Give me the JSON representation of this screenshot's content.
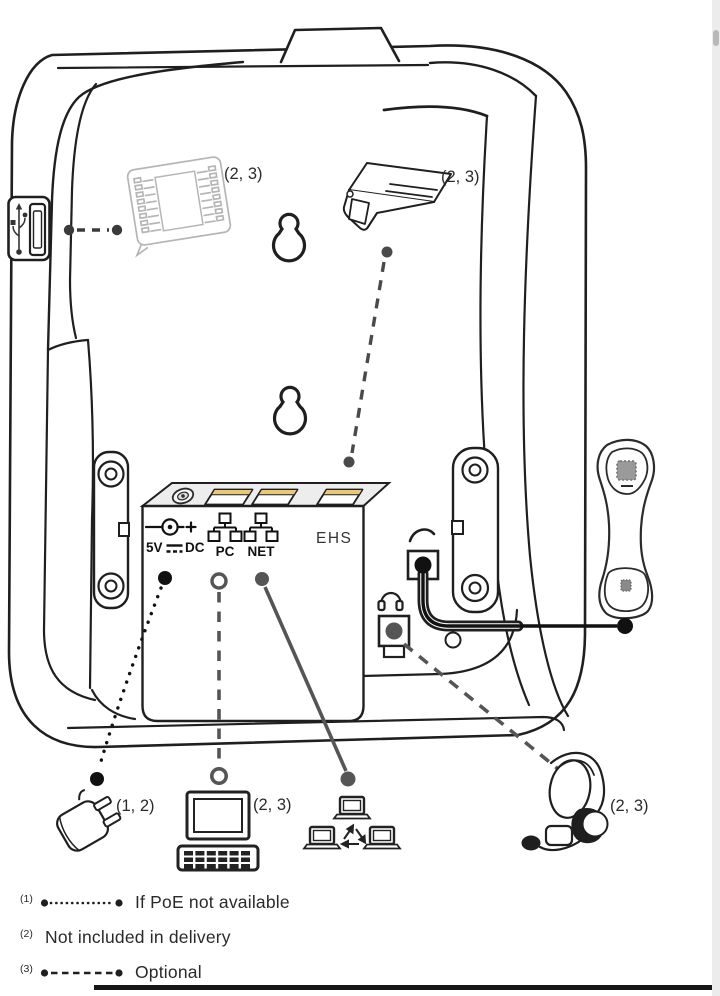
{
  "diagram": {
    "expansion_module_label": "(2, 3)",
    "poe_injector_label": "(2, 3)",
    "power_adapter_label": "(1, 2)",
    "computer_label": "(2, 3)",
    "headset_label": "(2, 3)",
    "ports": {
      "power_left": "5V",
      "power_right": "DC",
      "pc": "PC",
      "net": "NET",
      "ehs": "EHS"
    }
  },
  "legend": {
    "items": [
      {
        "ref": "(1)",
        "text": "If PoE not available"
      },
      {
        "ref": "(2)",
        "text": "Not included in delivery"
      },
      {
        "ref": "(3)",
        "text": "Optional"
      }
    ]
  },
  "colors": {
    "line": "#1f1f1f",
    "gray_line": "#555555",
    "jack_gold": "#e9c878",
    "panel_face": "#ededed"
  }
}
